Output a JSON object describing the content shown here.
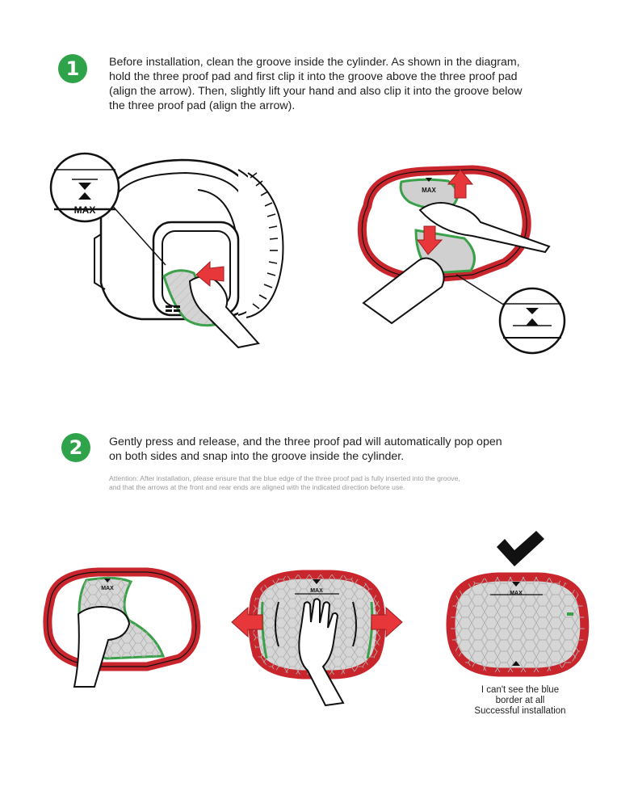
{
  "step1": {
    "number": "1",
    "lines": [
      "Before installation, clean the groove inside the cylinder. As shown in the diagram,",
      "hold the three proof pad and first clip it into the groove above the three proof pad",
      "(align the arrow). Then, slightly lift your hand and also clip it into the groove below",
      "the three proof pad (align the arrow)."
    ],
    "zoom_label": "MAX",
    "pad_label": "MAX"
  },
  "step2": {
    "number": "2",
    "lines": [
      "Gently press and release, and the three proof pad will automatically pop open",
      "on both sides and snap into the groove inside the cylinder."
    ],
    "note_lines": [
      "Attention: After installation, please ensure that the blue edge of the three proof pad is fully inserted into the groove,",
      "and that the arrows at the front and rear ends are aligned with the indicated direction before use."
    ],
    "pad_label": "MAX"
  },
  "result": {
    "caption_lines": [
      "I can't see the blue",
      "border at all",
      "Successful installation"
    ]
  },
  "colors": {
    "step_badge": "#2fa34a",
    "ring": "#c9252c",
    "arrow": "#e8373a",
    "pad_edge": "#3aa04a",
    "pad_fill": "#cfcfcf"
  }
}
